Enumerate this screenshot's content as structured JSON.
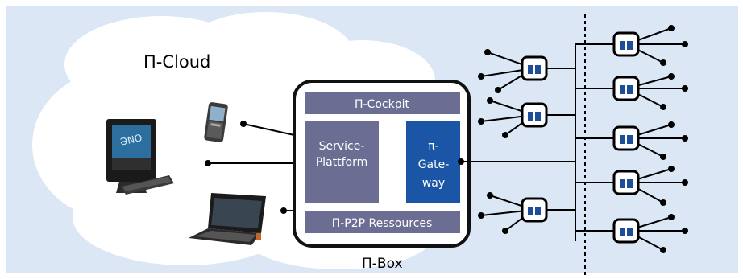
{
  "diagram": {
    "cloud_label": "Π-Cloud",
    "box_label": "Π-Box",
    "cockpit_label": "Π-Cockpit",
    "service_line1": "Service-",
    "service_line2": "Plattform",
    "gateway_line1": "π-",
    "gateway_line2": "Gate-",
    "gateway_line3": "way",
    "p2p_label": "Π-P2P Ressources",
    "screen_text": "ƏNO",
    "colors": {
      "background": "#dce7f5",
      "cloud": "#ffffff",
      "panel": "#6b6e92",
      "gateway": "#1b55a5",
      "node_outer": "#111111",
      "node_inner": "#1e4e9a"
    },
    "icons": [
      "desktop-computer-icon",
      "smartphone-icon",
      "laptop-icon",
      "network-node-icon"
    ]
  }
}
